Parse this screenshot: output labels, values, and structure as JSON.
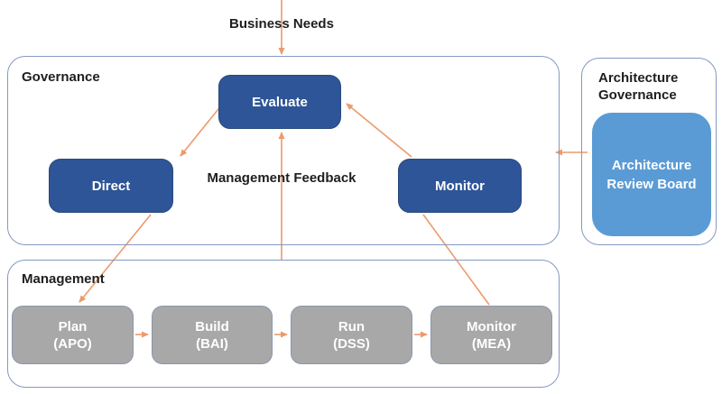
{
  "colors": {
    "dark_blue": "#2e5597",
    "process_gray": "#a8a8a8",
    "board_blue": "#5b9bd5",
    "panel_border": "#8499c2",
    "arrow_orange": "#ec9a6c",
    "text_dark": "#1f1f1f",
    "box_text": "#ffffff"
  },
  "top_flow": {
    "label": "Business Needs"
  },
  "governance_panel": {
    "label": "Governance",
    "evaluate_label": "Evaluate",
    "direct_label": "Direct",
    "monitor_label": "Monitor",
    "feedback_label": "Management Feedback"
  },
  "management_panel": {
    "label": "Management",
    "processes": [
      {
        "name": "Plan",
        "code": "(APO)"
      },
      {
        "name": "Build",
        "code": "(BAI)"
      },
      {
        "name": "Run",
        "code": "(DSS)"
      },
      {
        "name": "Monitor",
        "code": "(MEA)"
      }
    ]
  },
  "architecture_panel": {
    "label": "Architecture Governance",
    "board_label": "Architecture Review Board"
  }
}
